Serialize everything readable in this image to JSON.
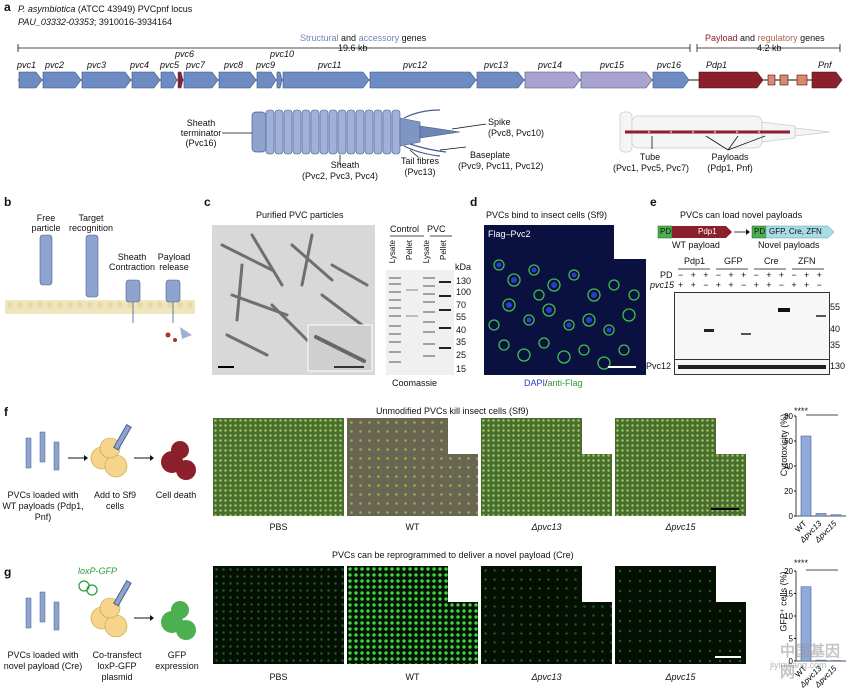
{
  "panel_a": {
    "letter": "a",
    "title_line1_species": "P. asymbiotica",
    "title_line1_rest": "(ATCC 43949) PVCpnf locus",
    "title_line2_id": "PAU_03332-03353",
    "title_line2_rest": "; 3910016-3934164",
    "structural_1": "Structural",
    "structural_2": "and",
    "structural_3": "accessory",
    "structural_4": "genes",
    "structural_size": "19.6 kb",
    "payload_1": "Payload",
    "payload_2": "and",
    "payload_3": "regulatory",
    "payload_4": "genes",
    "payload_size": "4.2 kb",
    "genes": [
      "pvc1",
      "pvc2",
      "pvc3",
      "pvc4",
      "pvc5",
      "pvc6",
      "pvc7",
      "pvc8",
      "pvc9",
      "pvc10",
      "pvc11",
      "pvc12",
      "pvc13",
      "pvc14",
      "pvc15",
      "pvc16",
      "Pdp1",
      "Pnf"
    ],
    "labels": {
      "sheath_terminator": "Sheath terminator",
      "sheath_terminator_p": "(Pvc16)",
      "sheath": "Sheath",
      "sheath_p": "(Pvc2, Pvc3, Pvc4)",
      "tail_fibres": "Tail fibres",
      "tail_fibres_p": "(Pvc13)",
      "spike": "Spike",
      "spike_p": "(Pvc8, Pvc10)",
      "baseplate": "Baseplate",
      "baseplate_p": "(Pvc9, Pvc11, Pvc12)",
      "tube": "Tube",
      "tube_p": "(Pvc1, Pvc5, Pvc7)",
      "payloads": "Payloads",
      "payloads_p": "(Pdp1, Pnf)"
    },
    "colors": {
      "structural": "#6e8cc4",
      "accessory": "#a9a3cf",
      "payload": "#8c1f2c",
      "regulatory": "#d98a6e",
      "struct_text": "#6f86b8",
      "payload_text": "#8c1f2c",
      "reg_text": "#b0654a"
    }
  },
  "panel_b": {
    "letter": "b",
    "free_particle": "Free particle",
    "target_recognition": "Target recognition",
    "sheath_contraction": "Sheath Contraction",
    "payload_release": "Payload release"
  },
  "panel_c": {
    "letter": "c",
    "title": "Purified PVC particles",
    "control": "Control",
    "pvc": "PVC",
    "lanes": [
      "Lysate",
      "Pellet",
      "Lysate",
      "Pellet"
    ],
    "kda_label": "kDa",
    "kda": [
      "130",
      "100",
      "70",
      "55",
      "40",
      "35",
      "25",
      "15"
    ],
    "stain": "Coomassie"
  },
  "panel_d": {
    "letter": "d",
    "title": "PVCs bind to insect cells (Sf9)",
    "overlay": "Flag–Pvc2",
    "legend_dapi": "DAPI",
    "legend_sep": "/",
    "legend_flag": "anti-Flag"
  },
  "panel_e": {
    "letter": "e",
    "title": "PVCs can load novel payloads",
    "pd": "PD",
    "pdp1": "Pdp1",
    "novel_box": "GFP, Cre, ZFN",
    "wt_payload": "WT payload",
    "novel_payloads": "Novel payloads",
    "groups": [
      "Pdp1",
      "GFP",
      "Cre",
      "ZFN"
    ],
    "row_pd": "PD",
    "row_pvc15": "pvc15",
    "signs_pd": [
      "−",
      "+",
      "+",
      "−",
      "+",
      "+",
      "−",
      "+",
      "+",
      "−",
      "+",
      "+"
    ],
    "signs_pvc15": [
      "+",
      "+",
      "−",
      "+",
      "+",
      "−",
      "+",
      "+",
      "−",
      "+",
      "+",
      "−"
    ],
    "kda": [
      "55",
      "40",
      "35"
    ],
    "pvc12": "Pvc12",
    "kda_pvc12": "130"
  },
  "panel_f": {
    "letter": "f",
    "title": "Unmodified PVCs kill insect cells (Sf9)",
    "cap_loaded": "PVCs loaded with WT payloads (Pdp1, Pnf)",
    "cap_add": "Add to Sf9 cells",
    "cap_death": "Cell death",
    "images": [
      "PBS",
      "WT",
      "Δpvc13",
      "Δpvc15"
    ],
    "ylabel": "Cytotoxicity (%)",
    "sig": "****"
  },
  "panel_g": {
    "letter": "g",
    "title": "PVCs can be reprogrammed to deliver a novel payload (Cre)",
    "loxp": "loxP-GFP",
    "cap_loaded": "PVCs loaded with novel payload (Cre)",
    "cap_cotransfect": "Co-transfect loxP-GFP plasmid",
    "cap_gfp": "GFP expression",
    "images": [
      "PBS",
      "WT",
      "Δpvc13",
      "Δpvc15"
    ],
    "ylabel": "GFP⁺ cells (%)",
    "sig": "****"
  },
  "watermark": {
    "cn": "中国基因网",
    "url": "jiyinwang.com"
  },
  "chart_data": [
    {
      "type": "bar",
      "categories": [
        "WT",
        "Δpvc13",
        "Δpvc15"
      ],
      "values": [
        64,
        2,
        1
      ],
      "ylabel": "Cytotoxicity (%)",
      "ylim": [
        0,
        80
      ],
      "yticks": [
        0,
        20,
        40,
        60,
        80
      ]
    },
    {
      "type": "bar",
      "categories": [
        "WT",
        "Δpvc13",
        "Δpvc15"
      ],
      "values": [
        16.5,
        0.2,
        0.1
      ],
      "ylabel": "GFP⁺ cells (%)",
      "ylim": [
        0,
        20
      ],
      "yticks": [
        0,
        5,
        10,
        15,
        20
      ]
    }
  ]
}
